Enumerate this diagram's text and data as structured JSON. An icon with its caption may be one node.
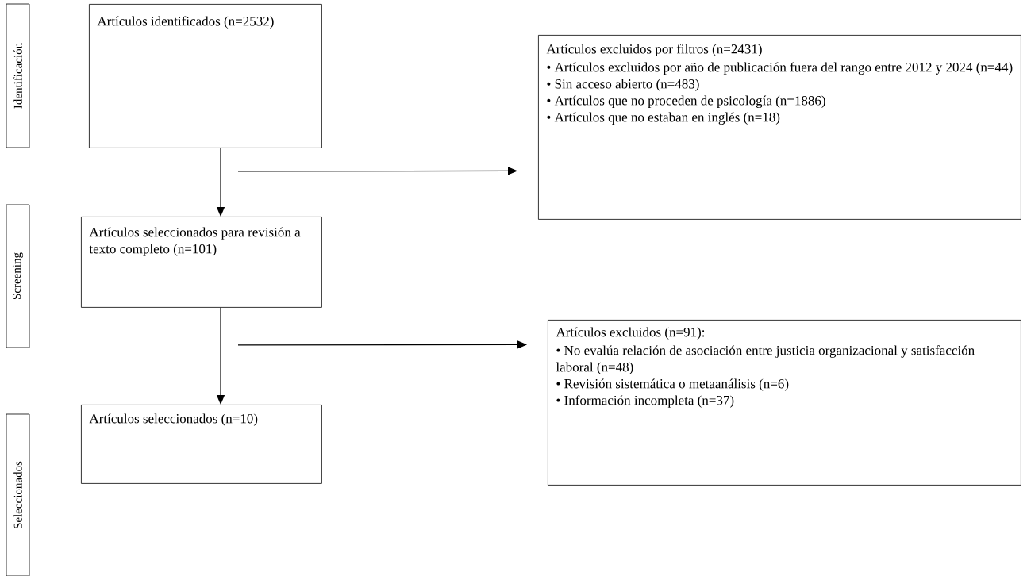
{
  "diagram": {
    "nodes": [
      {
        "text": [
          "Identificación"
        ]
      },
      {
        "text": [
          "Screening"
        ]
      },
      {
        "text": [
          "Seleccionados"
        ]
      },
      {
        "text": [
          "Artículos identificados (n=2532)"
        ]
      },
      {
        "text": [
          "Artículos excluidos por filtros (n=2431)",
          "• Artículos excluidos por año de publicación fuera del rango entre 2012 y 2024 (n=44)",
          "• Sin acceso abierto (n=483)",
          "• Artículos que no proceden de psicología (n=1886)",
          "• Artículos que no estaban en inglés (n=18)"
        ]
      },
      {
        "text": [
          "Artículos seleccionados para revisión a texto completo (n=101)"
        ]
      },
      {
        "text": [
          "Artículos excluidos (n=91):",
          "• No evalúa relación de asociación entre justicia organizacional y satisfacción laboral (n=48)",
          "• Revisión sistemática o metaanálisis (n=6)",
          "• Información incompleta (n=37)"
        ]
      },
      {
        "text": [
          "Artículos seleccionados (n=10)"
        ]
      }
    ],
    "edges": [
      {
        "from": 3,
        "to": 5,
        "arrow": "to"
      },
      {
        "from": 3,
        "to": 4,
        "arrow": "to"
      },
      {
        "from": 5,
        "to": 7,
        "arrow": "to"
      },
      {
        "from": 5,
        "to": 6,
        "arrow": "to"
      }
    ]
  }
}
